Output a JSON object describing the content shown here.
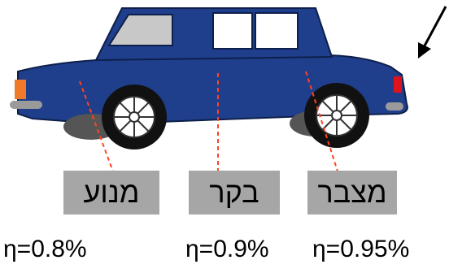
{
  "labels": {
    "engine": "מנוע",
    "controller": "בקר",
    "battery": "מצבר"
  },
  "efficiencies": {
    "engine": "η=0.8%",
    "controller": "η=0.9%",
    "battery": "η=0.95%"
  },
  "colors": {
    "body": "#1f3f8c",
    "window": "#c8c8c8",
    "label_bg": "#a6a6a6",
    "leader": "#ff4422",
    "tail_light": "#e0121b",
    "head_light": "#f07a2a"
  }
}
